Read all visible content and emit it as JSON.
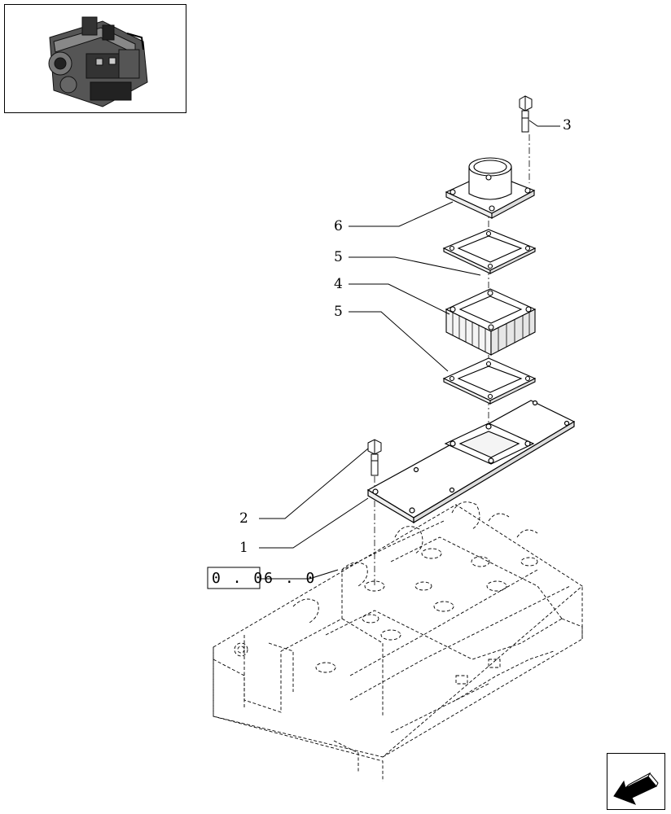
{
  "thumbnail": {
    "icon": "engine-icon"
  },
  "callouts": {
    "c1": "1",
    "c2": "2",
    "c3": "3",
    "c4": "4",
    "c5a": "5",
    "c5b": "5",
    "c6": "6"
  },
  "reference": {
    "code": "0 . 06 . 0"
  },
  "navigation": {
    "icon": "previous-page-arrow-icon"
  }
}
